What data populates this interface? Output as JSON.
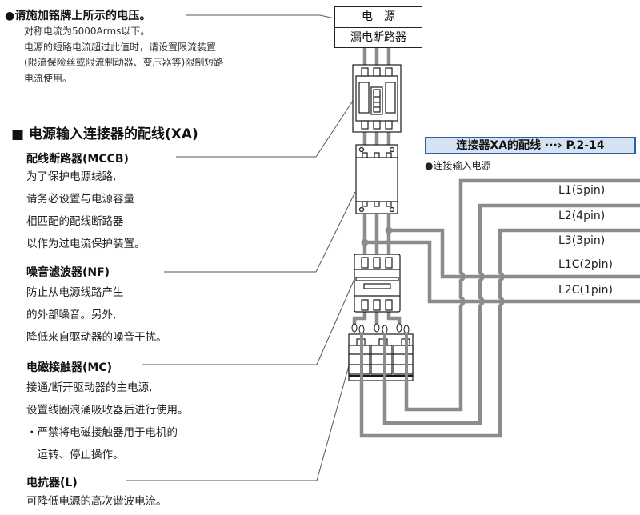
{
  "top_note": {
    "title": "●请施加铭牌上所示的电压。",
    "lines": [
      "对称电流为5000Arms以下。",
      "电源的短路电流超过此值时，请设置限流装置",
      "(限流保险丝或限流制动器、变压器等)限制短路",
      "电流使用。"
    ]
  },
  "power_supply": {
    "label": "电　源",
    "breaker_label": "漏电断路器"
  },
  "section": {
    "title": "■ 电源输入连接器的配线(XA)"
  },
  "items": [
    {
      "title": "配线断路器(MCCB)",
      "lines": [
        "为了保护电源线路,",
        "请务必设置与电源容量",
        "相匹配的配线断路器",
        "以作为过电流保护装置。"
      ]
    },
    {
      "title": "噪音滤波器(NF)",
      "lines": [
        "防止从电源线路产生",
        "的外部噪音。另外,",
        "降低来自驱动器的噪音干扰。"
      ]
    },
    {
      "title": "电磁接触器(MC)",
      "lines": [
        "接通/断开驱动器的主电源,",
        "设置线圈浪涌吸收器后进行使用。",
        "・严禁将电磁接触器用于电机的",
        "　运转、停止操作。"
      ]
    },
    {
      "title": "电抗器(L)",
      "lines": [
        "可降低电源的高次谐波电流。"
      ]
    }
  ],
  "reference": {
    "label": "连接器XA的配线 ···› P.2-14",
    "sub_label": "●连接输入电源"
  },
  "wires": [
    {
      "label": "L1(5pin)"
    },
    {
      "label": "L2(4pin)"
    },
    {
      "label": "L3(3pin)"
    },
    {
      "label": "L1C(2pin)"
    },
    {
      "label": "L2C(1pin)"
    }
  ],
  "colors": {
    "wire": "#8c8c8c",
    "outline": "#1a1a1a",
    "ref_bg": "#d5e2f2",
    "ref_border": "#2a62a8"
  }
}
